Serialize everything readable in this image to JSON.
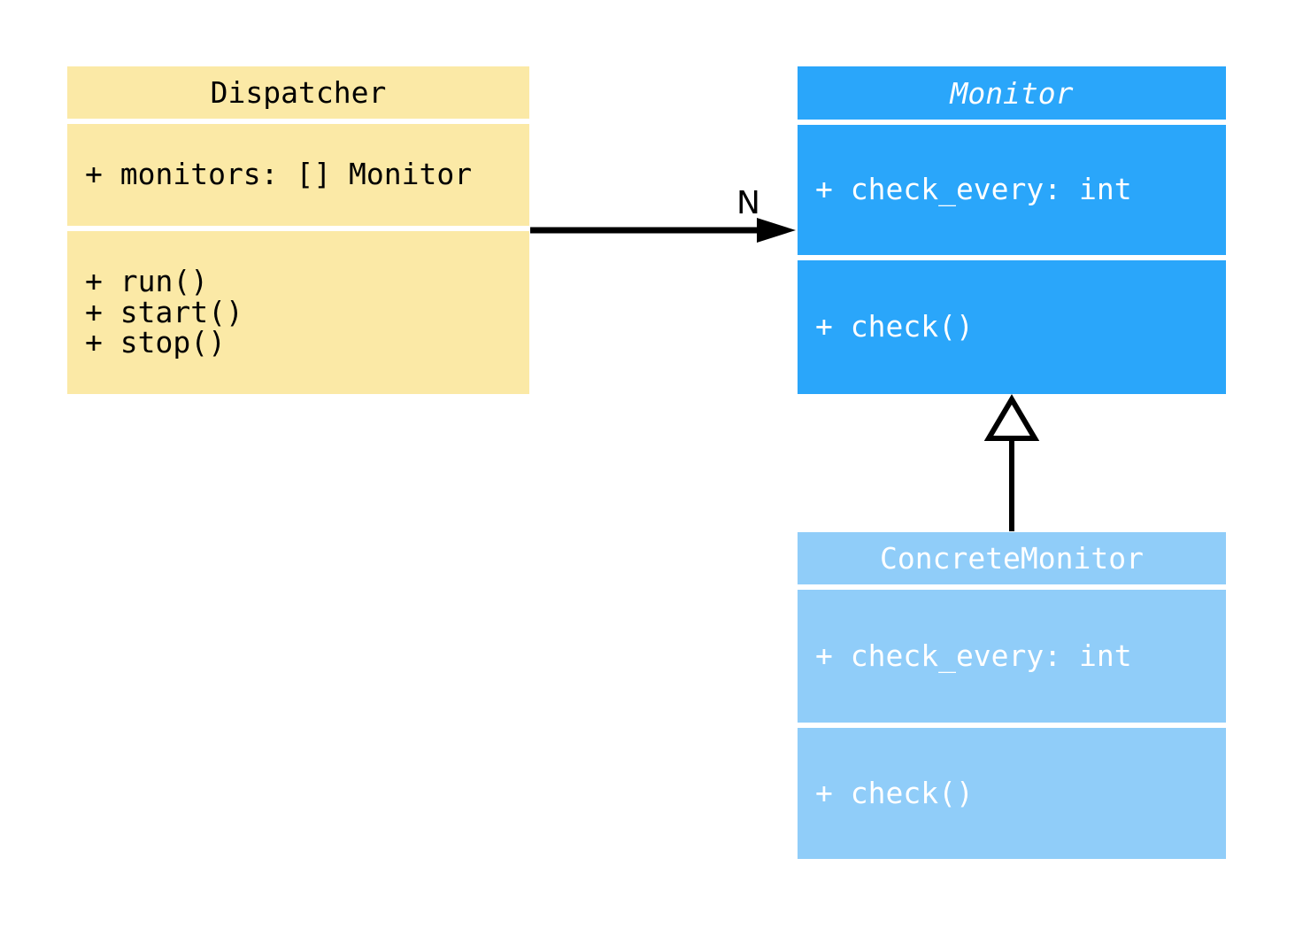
{
  "diagram": {
    "background": "#FFFFFF",
    "line_color": "#000000",
    "classes": [
      {
        "name": "Dispatcher",
        "name_italic": false,
        "attributes": [
          "+ monitors: [] Monitor"
        ],
        "methods": [
          "+ run()",
          "+ start()",
          "+ stop()"
        ],
        "fill": "#FBE9A6",
        "text_color": "#000000"
      },
      {
        "name": "Monitor",
        "name_italic": true,
        "attributes": [
          "+ check_every: int"
        ],
        "methods": [
          "+ check()"
        ],
        "fill": "#2AA6FA",
        "text_color": "#FFFFFF"
      },
      {
        "name": "ConcreteMonitor",
        "name_italic": false,
        "attributes": [
          "+ check_every: int"
        ],
        "methods": [
          "+ check()"
        ],
        "fill": "#90CDF9",
        "text_color": "#FFFFFF"
      }
    ],
    "relations": [
      {
        "type": "association",
        "from": "Dispatcher",
        "to": "Monitor",
        "label": "N"
      },
      {
        "type": "inheritance",
        "from": "ConcreteMonitor",
        "to": "Monitor",
        "label": ""
      }
    ]
  }
}
